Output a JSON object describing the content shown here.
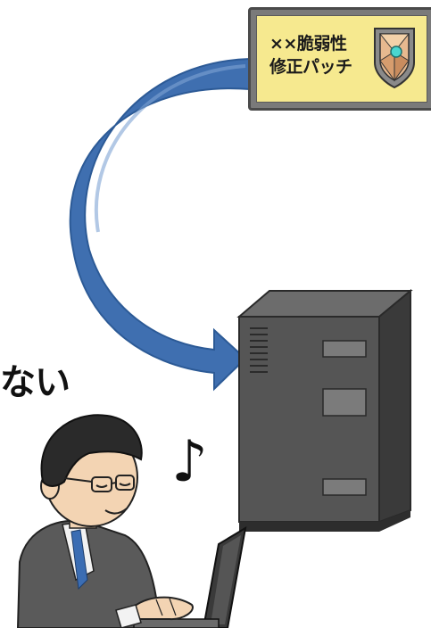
{
  "patch_card": {
    "line1": "××脆弱性",
    "line2": "修正パッチ",
    "icon": "shield-icon",
    "background": "#f6e98f",
    "frame_color": "#7a7a7a"
  },
  "caption": {
    "text": "ない"
  },
  "music_note": {
    "glyph": "♪",
    "icon": "music-note-icon"
  },
  "arrow": {
    "icon": "curved-arrow",
    "color": "#3f6fb0"
  },
  "server": {
    "icon": "server-tower-icon",
    "color": "#4a4a4a"
  },
  "person": {
    "icon": "businessman-with-laptop"
  }
}
